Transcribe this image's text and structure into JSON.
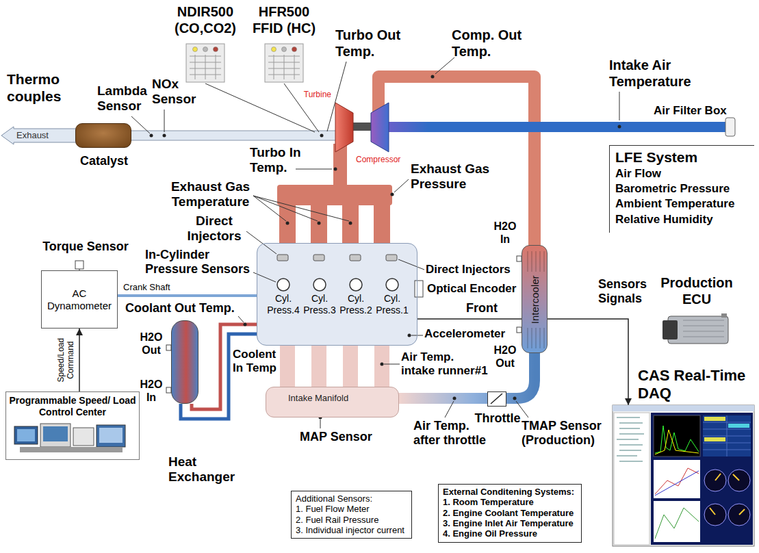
{
  "diagram": {
    "nodes": [
      {
        "text": [
          "NDIR500 (CO,CO2)"
        ]
      },
      {
        "text": [
          "HFR500 FFID (HC)"
        ]
      },
      {
        "text": [
          "Turbine"
        ]
      },
      {
        "text": [
          "Compressor"
        ]
      },
      {
        "text": [
          "Exhaust"
        ]
      },
      {
        "text": [
          "Catalyst"
        ]
      },
      {
        "text": [
          "LFE System",
          "Air Flow",
          "Barometric Pressure",
          "Ambient Temperature",
          "Relative Humidity"
        ]
      },
      {
        "text": [
          "Torque Sensor"
        ]
      },
      {
        "text": [
          "AC Dynamometer"
        ]
      },
      {
        "text": [
          "Front"
        ]
      },
      {
        "text": [
          "Cyl. Press.4"
        ],
        "in": 9
      },
      {
        "text": [
          "Cyl. Press.3"
        ],
        "in": 9
      },
      {
        "text": [
          "Cyl. Press.2"
        ],
        "in": 9
      },
      {
        "text": [
          "Cyl. Press.1"
        ],
        "in": 9
      },
      {
        "text": [
          "Intercooler"
        ]
      },
      {
        "text": [
          "Production ECU"
        ]
      },
      {
        "text": [
          "Heat Exchanger"
        ]
      },
      {
        "text": [
          "CAS Real-Time DAQ"
        ]
      },
      {
        "text": [
          "Intake Manifold"
        ]
      },
      {
        "text": [
          "Throttle"
        ]
      },
      {
        "text": [
          "Programmable Speed/ Load Control Center"
        ]
      },
      {
        "text": [
          "Additional Sensors:",
          "1. Fuel Flow Meter",
          "2. Fuel Rail Pressure",
          "3. Individual injector current"
        ]
      },
      {
        "text": [
          "External Conditening Systems:",
          "1. Room Temperature",
          "2. Engine Coolant Temperature",
          "3. Engine Inlet Air Temperature",
          "4. Engine Oil Pressure"
        ]
      }
    ],
    "edges": [
      {
        "from": 9,
        "to": 8,
        "arrow": "none",
        "label": "Crank Shaft"
      },
      {
        "from": 20,
        "to": 8,
        "arrow": "to",
        "label": "Speed/Load Command"
      },
      {
        "from": 9,
        "to": 17,
        "arrow": "to",
        "label": "Sensors Signals"
      }
    ],
    "labels": [
      "Turbo Out Temp.",
      "Comp. Out Temp.",
      "Intake Air Temperature",
      "Thermo couples",
      "Lambda Sensor",
      "NOx Sensor",
      "Air Filter Box",
      "Turbo In Temp.",
      "Exhaust Gas Pressure",
      "Exhaust Gas Temperature",
      "Direct Injectors",
      "H2O In",
      "In-Cylinder Pressure Sensors",
      "Direct Injectors",
      "Optical Encoder",
      "Coolant Out Temp.",
      "H2O Out",
      "Coolent In Temp",
      "Accelerometer",
      "H2O Out",
      "Air Temp. intake runner#1",
      "H2O In",
      "MAP Sensor",
      "Air Temp. after throttle",
      "TMAP Sensor (Production)"
    ]
  }
}
